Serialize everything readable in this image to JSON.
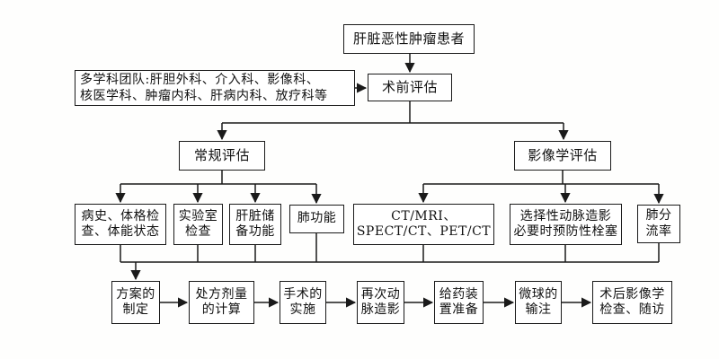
{
  "diagram": {
    "type": "flowchart",
    "language": "zh-CN",
    "topic": "肝脏恶性肿瘤放射性微球治疗流程"
  },
  "colors": {
    "background": "#fefefd",
    "line": "#1a1a1a",
    "box_border": "#1a1a1a",
    "box_fill": "#ffffff",
    "text": "#111111"
  },
  "nodes": {
    "patient": {
      "lines": [
        "肝脏恶性肿瘤患者"
      ]
    },
    "mdt": {
      "lines": [
        "多学科团队:肝胆外科、介入科、影像科、",
        "核医学科、肿瘤内科、肝病内科、放疗科等"
      ]
    },
    "preop": {
      "lines": [
        "术前评估"
      ]
    },
    "routine": {
      "lines": [
        "常规评估"
      ]
    },
    "imaging": {
      "lines": [
        "影像学评估"
      ]
    },
    "history": {
      "lines": [
        "病史、体格检",
        "查、体能状态"
      ]
    },
    "lab": {
      "lines": [
        "实验室",
        "检查"
      ]
    },
    "reserve": {
      "lines": [
        "肝脏储",
        "备功能"
      ]
    },
    "lungfn": {
      "lines": [
        "肺功能"
      ]
    },
    "ctmri": {
      "lines": [
        "CT/MRI、",
        "SPECT/CT、PET/CT"
      ]
    },
    "angio": {
      "lines": [
        "选择性动脉造影",
        "必要时预防性栓塞"
      ]
    },
    "shunt": {
      "lines": [
        "肺分",
        "流率"
      ]
    },
    "plan": {
      "lines": [
        "方案的",
        "制定"
      ]
    },
    "dose": {
      "lines": [
        "处方剂量",
        "的计算"
      ]
    },
    "surgery": {
      "lines": [
        "手术的",
        "实施"
      ]
    },
    "reangio": {
      "lines": [
        "再次动",
        "脉造影"
      ]
    },
    "device": {
      "lines": [
        "给药装",
        "置准备"
      ]
    },
    "microsphere": {
      "lines": [
        "微球的",
        "输注"
      ]
    },
    "followup": {
      "lines": [
        "术后影像学",
        "检查、随访"
      ]
    }
  }
}
